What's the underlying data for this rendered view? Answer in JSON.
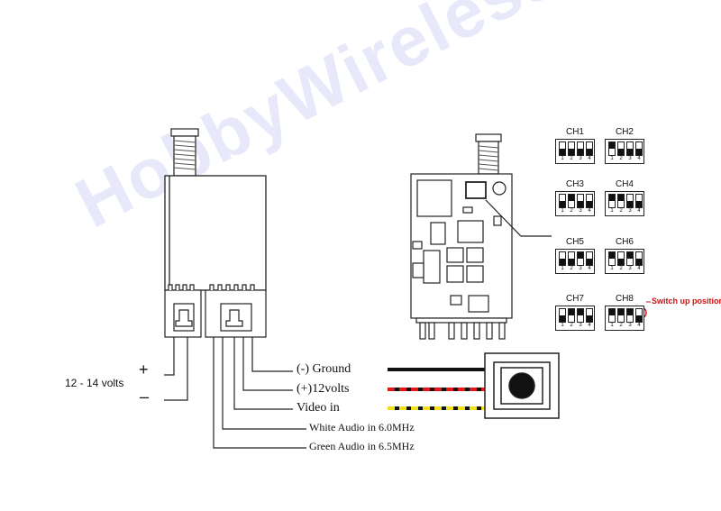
{
  "watermark": "HobbyWireless.com",
  "power": {
    "range": "12 - 14 volts",
    "plus": "+",
    "minus": "–"
  },
  "pins": {
    "ground": "(-) Ground",
    "twelve_volts": "(+)12volts",
    "video": "Video in",
    "white_audio": "White Audio in 6.0MHz",
    "green_audio": "Green Audio in 6.5MHz"
  },
  "switch_note": "Switch up position",
  "channels": [
    {
      "name": "CH1",
      "up": [
        false,
        false,
        false,
        false
      ]
    },
    {
      "name": "CH2",
      "up": [
        true,
        false,
        false,
        false
      ]
    },
    {
      "name": "CH3",
      "up": [
        false,
        true,
        false,
        false
      ]
    },
    {
      "name": "CH4",
      "up": [
        true,
        true,
        false,
        false
      ]
    },
    {
      "name": "CH5",
      "up": [
        false,
        false,
        true,
        false
      ]
    },
    {
      "name": "CH6",
      "up": [
        true,
        false,
        true,
        false
      ]
    },
    {
      "name": "CH7",
      "up": [
        false,
        true,
        true,
        false
      ]
    },
    {
      "name": "CH8",
      "up": [
        true,
        true,
        true,
        false
      ]
    }
  ],
  "dip_numbers": [
    "1",
    "2",
    "3",
    "4"
  ],
  "colors": {
    "ground": "#111111",
    "twelve_volts": "#e01818",
    "video": "#f0e020",
    "note": "#cc1111",
    "watermark": "#7882dc"
  }
}
